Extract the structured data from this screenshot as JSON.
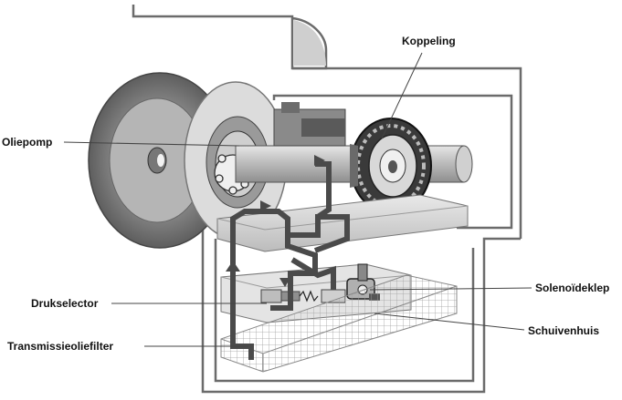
{
  "diagram": {
    "labels": {
      "koppeling": "Koppeling",
      "oliepomp": "Oliepomp",
      "solenoideklep": "Solenoïdeklep",
      "drukselector": "Drukselector",
      "schuivenhuis": "Schuivenhuis",
      "transmissieoliefilter": "Transmissieoliefilter"
    },
    "colors": {
      "housing_fill": "#ffffff",
      "housing_stroke": "#6b6b6b",
      "flywheel_dark": "#7a7a7a",
      "disc_light": "#d6d6d6",
      "shaft": "#c4c4c4",
      "clutch_dark": "#333333",
      "oil_path": "#5a5a5a",
      "filter_grid": "#9a9a9a",
      "leader_line": "#444444"
    }
  }
}
